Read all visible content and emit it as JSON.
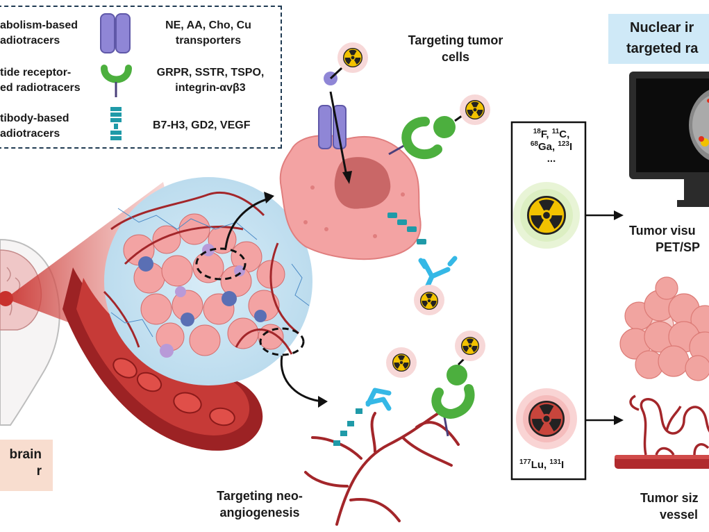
{
  "legend": {
    "row1_class_line1": "abolism-based",
    "row1_class_line2": "adiotracers",
    "row1_targets_line1": "NE, AA, Cho, Cu",
    "row1_targets_line2": "transporters",
    "row2_class_line1": "tide receptor-",
    "row2_class_line2": "ed radiotracers",
    "row2_targets_line1": "GRPR, SSTR, TSPO,",
    "row2_targets_line2": "integrin-αvβ3",
    "row3_class_line1": "tibody-based",
    "row3_class_line2": "adiotracers",
    "row3_targets_line1": "B7-H3, GD2, VEGF"
  },
  "labels": {
    "targeting_tumor_line1": "Targeting tumor",
    "targeting_tumor_line2": "cells",
    "targeting_neo_line1": "Targeting neo-",
    "targeting_neo_line2": "angiogenesis",
    "brain_line1": "brain",
    "brain_line2": "r",
    "nuclear_line1": "Nuclear ir",
    "nuclear_line2": "targeted ra",
    "tumor_vis_line1": "Tumor visu",
    "tumor_vis_line2": "PET/SP",
    "tumor_size_line1": "Tumor siz",
    "tumor_size_line2": "vessel"
  },
  "isotopes": {
    "diag_line1": "18F, 11C,",
    "diag_line2": "68Ga, 123I",
    "diag_more": "...",
    "ther_line1": "177Lu, 131I"
  },
  "colors": {
    "transporter": "#8f86d6",
    "receptor": "#4caf3e",
    "antibody": "#1f9aa8",
    "antibody_light": "#35b8e6",
    "tumor_cell": "#f3a3a3",
    "vessel": "#a3262a",
    "title_bg": "#cfe9f7",
    "brain_bg": "#f8ddcf",
    "legend_border": "#1f3a52",
    "radiation_yellow": "#f2c200",
    "radiation_red": "#c8453c"
  },
  "icons": [
    "transporter-icon",
    "receptor-icon",
    "antibody-icon",
    "radiation-icon",
    "monitor-icon",
    "tumor-cell-icon",
    "blood-vessel-icon",
    "brain-icon",
    "arrow-icon"
  ]
}
